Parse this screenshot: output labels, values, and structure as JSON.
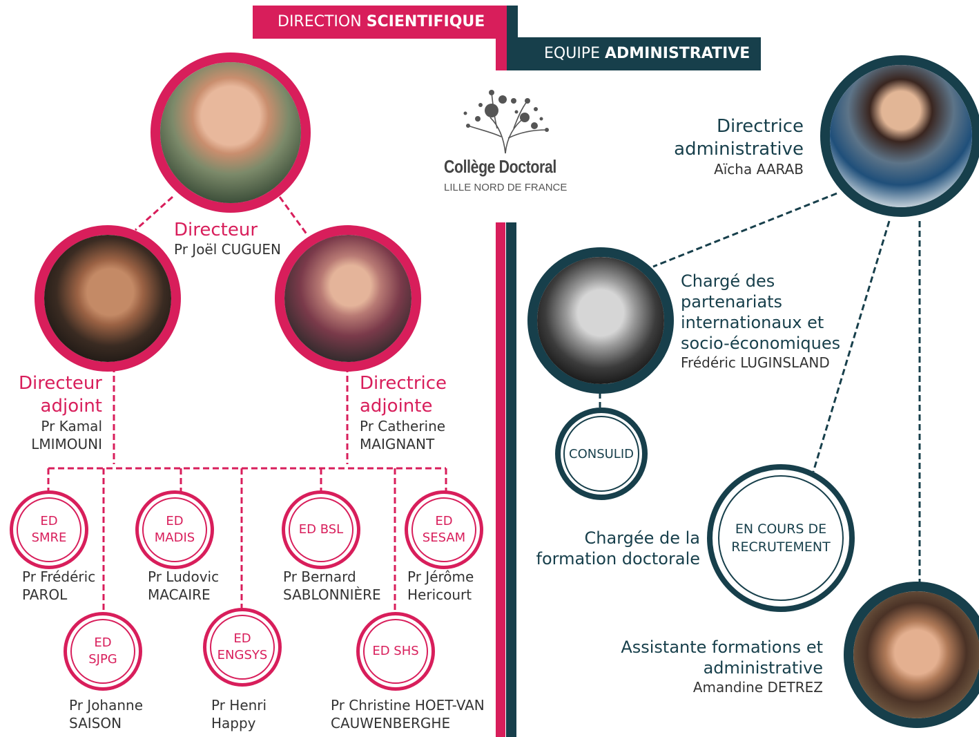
{
  "header": {
    "science_light": "DIRECTION",
    "science_bold": "SCIENTIFIQUE",
    "admin_light": "EQUIPE",
    "admin_bold": "ADMINISTRATIVE"
  },
  "logo": {
    "title": "Collège Doctoral",
    "subtitle": "LILLE NORD DE FRANCE"
  },
  "scientific": {
    "director": {
      "role": "Directeur",
      "name": "Pr Joël CUGUEN"
    },
    "deputy_left": {
      "role_line1": "Directeur",
      "role_line2": "adjoint",
      "name_line1": "Pr Kamal",
      "name_line2": "LMIMOUNI"
    },
    "deputy_right": {
      "role_line1": "Directrice",
      "role_line2": "adjointe",
      "name_line1": "Pr Catherine",
      "name_line2": "MAIGNANT"
    },
    "schools": [
      {
        "line1": "ED",
        "line2": "SMRE",
        "person_line1": "Pr Frédéric",
        "person_line2": "PAROL"
      },
      {
        "line1": "ED",
        "line2": "MADIS",
        "person_line1": "Pr Ludovic",
        "person_line2": "MACAIRE"
      },
      {
        "line1": "ED BSL",
        "line2": "",
        "person_line1": "Pr Bernard",
        "person_line2": "SABLONNIÈRE"
      },
      {
        "line1": "ED",
        "line2": "SESAM",
        "person_line1": "Pr Jérôme",
        "person_line2": "Hericourt"
      },
      {
        "line1": "ED",
        "line2": "SJPG",
        "person_line1": "Pr Johanne",
        "person_line2": "SAISON"
      },
      {
        "line1": "ED",
        "line2": "ENGSYS",
        "person_line1": "Pr Henri",
        "person_line2": "Happy"
      },
      {
        "line1": "ED SHS",
        "line2": "",
        "person_line1": "Pr Christine HOET-VAN",
        "person_line2": "CAUWENBERGHE"
      }
    ]
  },
  "administrative": {
    "director": {
      "role_line1": "Directrice",
      "role_line2": "administrative",
      "name": "Aïcha AARAB"
    },
    "partnerships": {
      "role_line1": "Chargé des",
      "role_line2": "partenariats",
      "role_line3": "internationaux et",
      "role_line4": "socio-économiques",
      "name": "Frédéric LUGINSLAND"
    },
    "consulid": "CONSULID",
    "training": {
      "role_line1": "Chargée de la",
      "role_line2": "formation doctorale",
      "status_line1": "EN COURS DE",
      "status_line2": "RECRUTEMENT"
    },
    "assistant": {
      "role_line1": "Assistante formations et",
      "role_line2": "administrative",
      "name": "Amandine DETREZ"
    }
  },
  "colors": {
    "pink": "#d81e5b",
    "teal": "#173f4b"
  }
}
